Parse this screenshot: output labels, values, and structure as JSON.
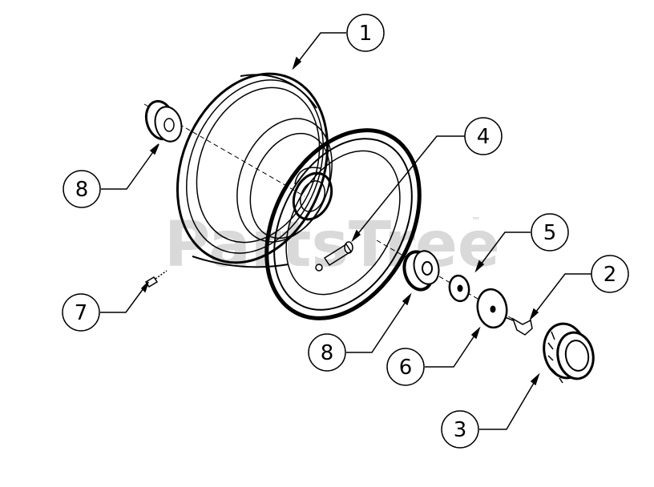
{
  "watermark": {
    "text": "PartsTree",
    "trademark": "™"
  },
  "callouts": [
    {
      "id": "c1",
      "label": "1",
      "part": "wheel-rim"
    },
    {
      "id": "c4",
      "label": "4",
      "part": "valve-stem"
    },
    {
      "id": "c8a",
      "label": "8",
      "part": "bearing"
    },
    {
      "id": "c5",
      "label": "5",
      "part": "washer-small"
    },
    {
      "id": "c2",
      "label": "2",
      "part": "grease-fitting"
    },
    {
      "id": "c7",
      "label": "7",
      "part": "bolt"
    },
    {
      "id": "c8b",
      "label": "8",
      "part": "bearing"
    },
    {
      "id": "c6",
      "label": "6",
      "part": "washer-large"
    },
    {
      "id": "c3",
      "label": "3",
      "part": "gear-hub"
    }
  ]
}
